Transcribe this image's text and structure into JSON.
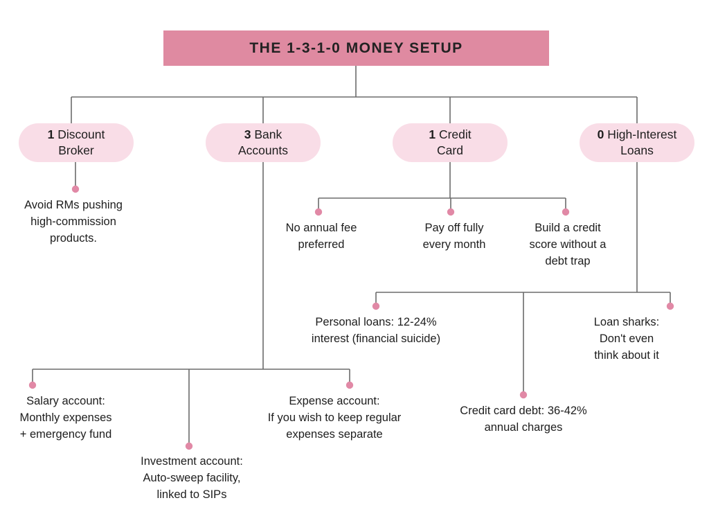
{
  "title": "THE 1-3-1-0 MONEY SETUP",
  "pills": {
    "broker": {
      "number": "1",
      "label": " Discount\nBroker"
    },
    "bank": {
      "number": "3",
      "label": " Bank\nAccounts"
    },
    "credit": {
      "number": "1",
      "label": " Credit\nCard"
    },
    "loans": {
      "number": "0",
      "label": " High-Interest\nLoans"
    }
  },
  "notes": {
    "broker": "Avoid RMs pushing\nhigh-commission\nproducts.",
    "no_annual_fee": "No annual fee\npreferred",
    "pay_off": "Pay off fully\nevery month",
    "build_score": "Build a credit\nscore without a\ndebt trap",
    "personal_loans": "Personal loans: 12-24%\ninterest (financial suicide)",
    "loan_sharks": "Loan sharks: Don't even\nthink about it",
    "credit_card_debt": "Credit card debt: 36-42%\nannual charges",
    "salary": "Salary account:\nMonthly expenses\n+ emergency fund",
    "investment": "Investment account:\nAuto-sweep facility,\nlinked to SIPs",
    "expense": "Expense account:\nIf you wish to keep regular\nexpenses separate"
  },
  "colors": {
    "header_bg": "#df8aa1",
    "pill_bg": "#f9dde7",
    "dot": "#e189a6",
    "line": "#6b6b6b",
    "text": "#1d1d1d"
  }
}
